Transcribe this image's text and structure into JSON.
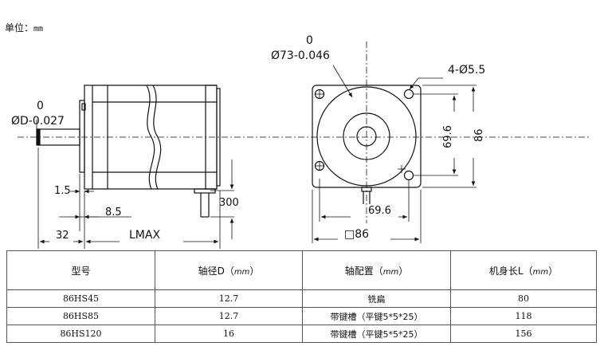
{
  "unit": {
    "label": "单位：",
    "value": "mm"
  },
  "side_view": {
    "shaft_tol_upper": "0",
    "shaft_dia": "ØD-0.027",
    "dim_1_5": "1.5",
    "dim_8_5": "8.5",
    "dim_32": "32",
    "dim_lmax": "LMAX",
    "dim_300": "300"
  },
  "front_view": {
    "pilot_tol_upper": "0",
    "pilot_dia": "Ø73-0.046",
    "holes": "4-Ø5.5",
    "dim_69_6_v": "69.6",
    "dim_86_v": "86",
    "dim_69_6_h": "69.6",
    "dim_86_sq": "□86"
  },
  "table": {
    "headers": [
      {
        "text": "型号",
        "unit": ""
      },
      {
        "text": "轴径D（",
        "unit": "mm",
        "close": "）"
      },
      {
        "text": "轴配置（",
        "unit": "mm",
        "close": "）"
      },
      {
        "text": "机身长L（",
        "unit": "mm",
        "close": "）"
      }
    ],
    "rows": [
      [
        "86HS45",
        "12.7",
        "铣扁",
        "80"
      ],
      [
        "86HS85",
        "12.7",
        "带键槽（平键5*5*25）",
        "118"
      ],
      [
        "86HS120",
        "16",
        "带键槽（平键5*5*25）",
        "156"
      ]
    ]
  },
  "colors": {
    "line": "#111111",
    "table_border": "#555555",
    "background": "#ffffff"
  }
}
